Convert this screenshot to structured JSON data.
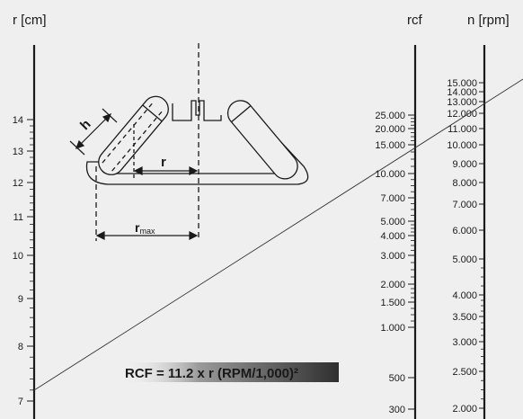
{
  "headers": {
    "r": "r [cm]",
    "rcf": "rcf",
    "n": "n [rpm]"
  },
  "r_scale": {
    "labels": [
      "14",
      "13",
      "12",
      "11",
      "10",
      "9",
      "8",
      "7"
    ],
    "values": [
      14,
      13,
      12,
      11,
      10,
      9,
      8,
      7
    ]
  },
  "rcf_scale": {
    "labels": [
      "25.000",
      "20.000",
      "15.000",
      "10.000",
      "7.000",
      "5.000",
      "4.000",
      "3.000",
      "2.000",
      "1.500",
      "1.000",
      "500",
      "300"
    ],
    "values": [
      25000,
      20000,
      15000,
      10000,
      7000,
      5000,
      4000,
      3000,
      2000,
      1500,
      1000,
      500,
      300
    ]
  },
  "n_scale": {
    "labels": [
      "15.000",
      "14.000",
      "13.000",
      "12.000",
      "11.000",
      "10.000",
      "9.000",
      "8.000",
      "7.000",
      "6.000",
      "5.000",
      "4.000",
      "3.500",
      "3.000",
      "2.500",
      "2.000"
    ],
    "values": [
      15000,
      14000,
      13000,
      12000,
      11000,
      10000,
      9000,
      8000,
      7000,
      6000,
      5000,
      4000,
      3500,
      3000,
      2500,
      2000
    ]
  },
  "diagram": {
    "h_label": "h",
    "r_label": "r",
    "rmax_main": "r",
    "rmax_sub": "max"
  },
  "formula": "RCF = 11.2 x r (RPM/1,000)²",
  "colors": {
    "background": "#efefef",
    "ink": "#1a1a1a",
    "formula_box": "#2f2f2f"
  }
}
